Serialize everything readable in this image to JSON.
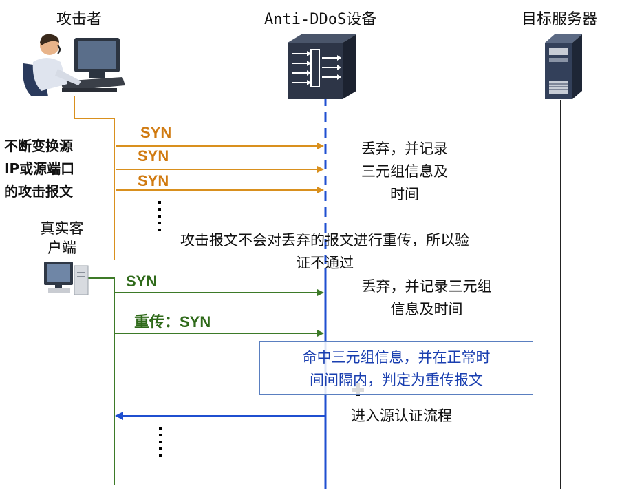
{
  "headers": {
    "attacker": "攻击者",
    "anti_ddos": "Anti-DDoS设备",
    "target": "目标服务器"
  },
  "attacker_side": {
    "line1": "不断变换源",
    "line2": "IP或源端口",
    "line3": "的攻击报文"
  },
  "attacker_messages": [
    "SYN",
    "SYN",
    "SYN"
  ],
  "discard_note_1": {
    "line1": "丢弃，并记录",
    "line2": "三元组信息及",
    "line3": "时间"
  },
  "no_retransmit_note": {
    "line1": "攻击报文不会对丢弃的报文进行重传，所以验",
    "line2": "证不通过"
  },
  "real_client": {
    "line1": "真实客",
    "line2": "户端"
  },
  "client_messages": {
    "first": "SYN",
    "retransmit": "重传：SYN"
  },
  "discard_note_2": {
    "line1": "丢弃，并记录三元组",
    "line2": "信息及时间"
  },
  "hit_box": {
    "line1": "命中三元组信息，并在正常时",
    "line2": "间间隔内，判定为重传报文"
  },
  "enter_auth": "进入源认证流程",
  "colors": {
    "attacker_line": "#d9901e",
    "client_line": "#3d7a28",
    "device_line": "#1f4fd0",
    "server_line": "#222222"
  }
}
